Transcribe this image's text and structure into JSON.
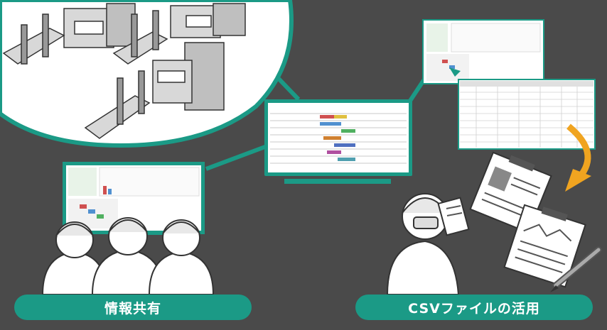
{
  "labels": {
    "info_share": "情報共有",
    "csv_use": "CSVファイルの活用"
  },
  "colors": {
    "background": "#4a4a4a",
    "accent_teal": "#1b9a86",
    "arrow_orange": "#f0a420",
    "screen_white": "#ffffff"
  },
  "icons": [
    "factory-machine-illustration",
    "monitor-icon",
    "spreadsheet-icon",
    "report-document-icon",
    "worker-icon",
    "pen-icon",
    "curved-arrow-icon"
  ]
}
